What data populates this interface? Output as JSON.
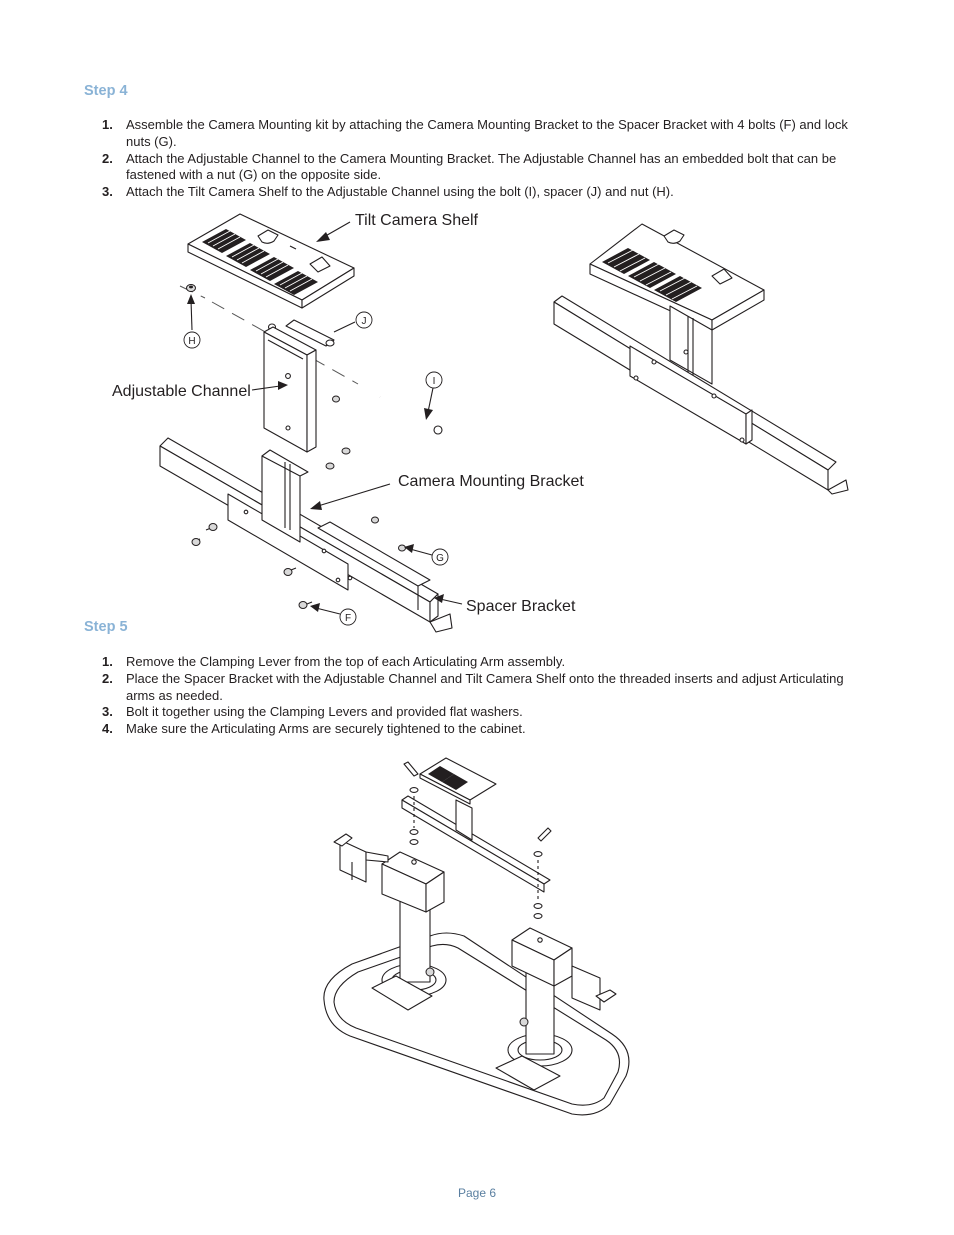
{
  "step4": {
    "heading": "Step 4",
    "items": [
      {
        "num": "1.",
        "text": "Assemble the Camera Mounting kit by attaching the Camera Mounting Bracket to the Spacer Bracket with 4 bolts (F) and lock nuts (G)."
      },
      {
        "num": "2.",
        "text": "Attach the Adjustable Channel to the Camera Mounting Bracket. The Adjustable Channel has an embedded bolt that can be fastened with a nut (G) on the opposite side."
      },
      {
        "num": "3.",
        "text": "Attach the Tilt Camera Shelf to the Adjustable Channel using the bolt (I), spacer (J) and nut (H)."
      }
    ]
  },
  "diagram1": {
    "labels": {
      "tilt_camera_shelf": "Tilt Camera Shelf",
      "adjustable_channel": "Adjustable Channel",
      "camera_mounting_bracket": "Camera Mounting Bracket",
      "spacer_bracket": "Spacer Bracket"
    },
    "parts": {
      "h": "H",
      "j": "J",
      "i": "I",
      "g": "G",
      "f": "F"
    }
  },
  "step5": {
    "heading": "Step 5",
    "items": [
      {
        "num": "1.",
        "text": "Remove the Clamping Lever from the top of each Articulating Arm assembly."
      },
      {
        "num": "2.",
        "text": "Place the Spacer Bracket with the Adjustable Channel and Tilt Camera Shelf onto the threaded inserts and adjust Articulating arms as needed."
      },
      {
        "num": "3.",
        "text": "Bolt it together using the Clamping Levers and provided flat washers."
      },
      {
        "num": "4.",
        "text": "Make sure the Articulating Arms are securely tightened to the cabinet."
      }
    ]
  },
  "footer": {
    "page": "Page 6"
  }
}
